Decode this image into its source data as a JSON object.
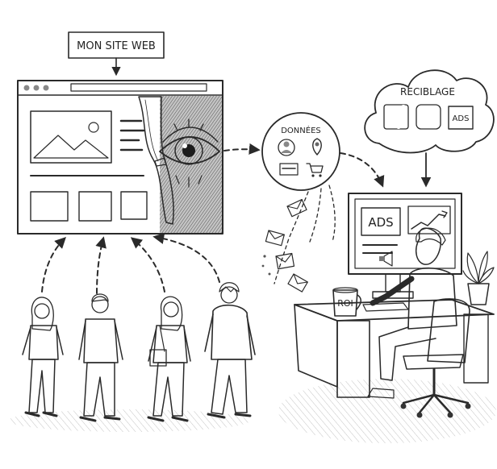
{
  "website_label": "MON SITE WEB",
  "data_bubble_label": "DONNÉES",
  "retargeting_label": "RECIBLAGE",
  "social_icons": [
    "facebook-icon",
    "instagram-icon"
  ],
  "cloud_ads_label": "ADS",
  "monitor_ads_label": "ADS",
  "mug_label": "ROI",
  "colors": {
    "ink": "#2a2a2a",
    "paper": "#ffffff",
    "shade": "#9a9a9a"
  }
}
